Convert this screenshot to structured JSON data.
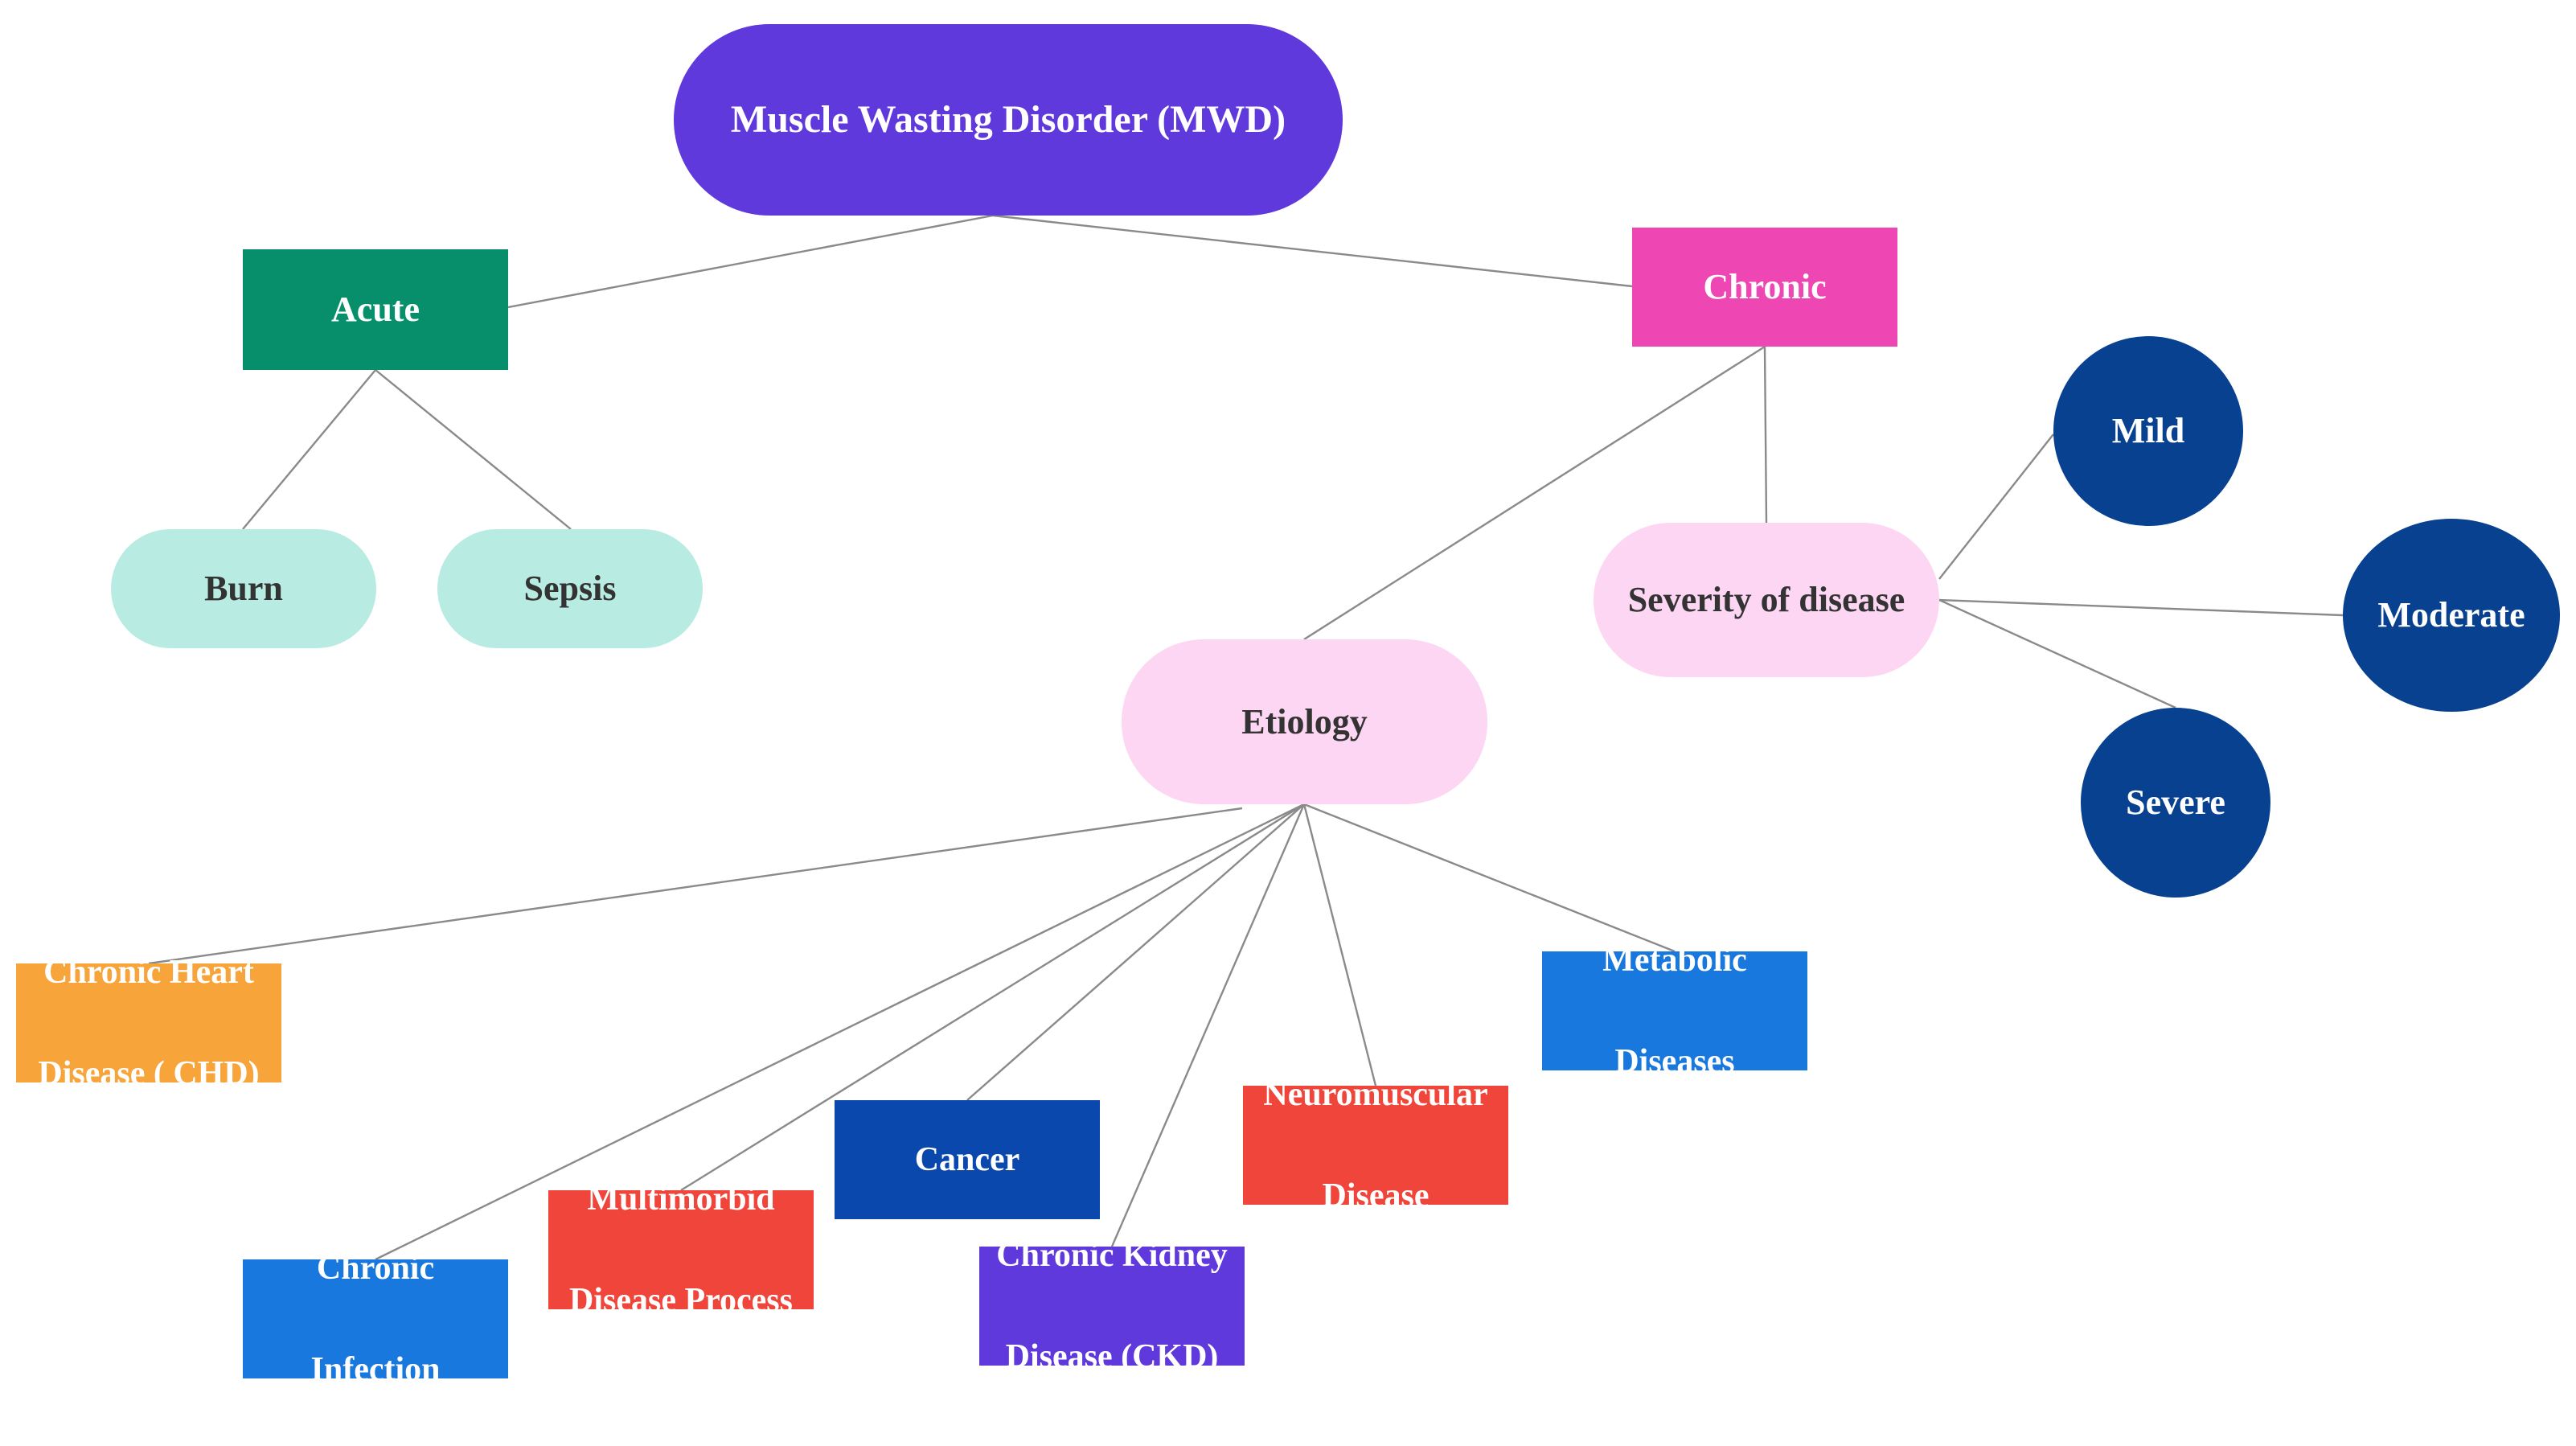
{
  "diagram": {
    "root": {
      "label": "Muscle Wasting Disorder (MWD)",
      "color": "#6039dc"
    },
    "acute": {
      "label": "Acute",
      "color": "#078f6c",
      "children": [
        {
          "label": "Burn",
          "color": "#b8ebe2"
        },
        {
          "label": "Sepsis",
          "color": "#b8ebe2"
        }
      ]
    },
    "chronic": {
      "label": "Chronic",
      "color": "#ee46b2",
      "severity": {
        "label": "Severity of disease",
        "color": "#fdd6f3",
        "levels": [
          {
            "label": "Mild",
            "color": "#07418f"
          },
          {
            "label": "Moderate",
            "color": "#07418f"
          },
          {
            "label": "Severe",
            "color": "#07418f"
          }
        ]
      },
      "etiology": {
        "label": "Etiology",
        "color": "#fdd6f3",
        "causes": [
          {
            "line1": "Chronic Heart",
            "line2": "Disease ( CHD)",
            "color": "#f7a43b"
          },
          {
            "line1": "Chronic",
            "line2": "Infection",
            "color": "#1978de"
          },
          {
            "line1": "Multimorbid",
            "line2": "Disease Process",
            "color": "#f0453a"
          },
          {
            "line1": "Cancer",
            "line2": "",
            "color": "#0b48ad"
          },
          {
            "line1": "Chronic Kidney",
            "line2": "Disease (CKD)",
            "color": "#6039dc"
          },
          {
            "line1": "Neuromuscular",
            "line2": "Disease",
            "color": "#f0453a"
          },
          {
            "line1": "Metabolic",
            "line2": "Diseases",
            "color": "#1978de"
          }
        ]
      }
    }
  }
}
